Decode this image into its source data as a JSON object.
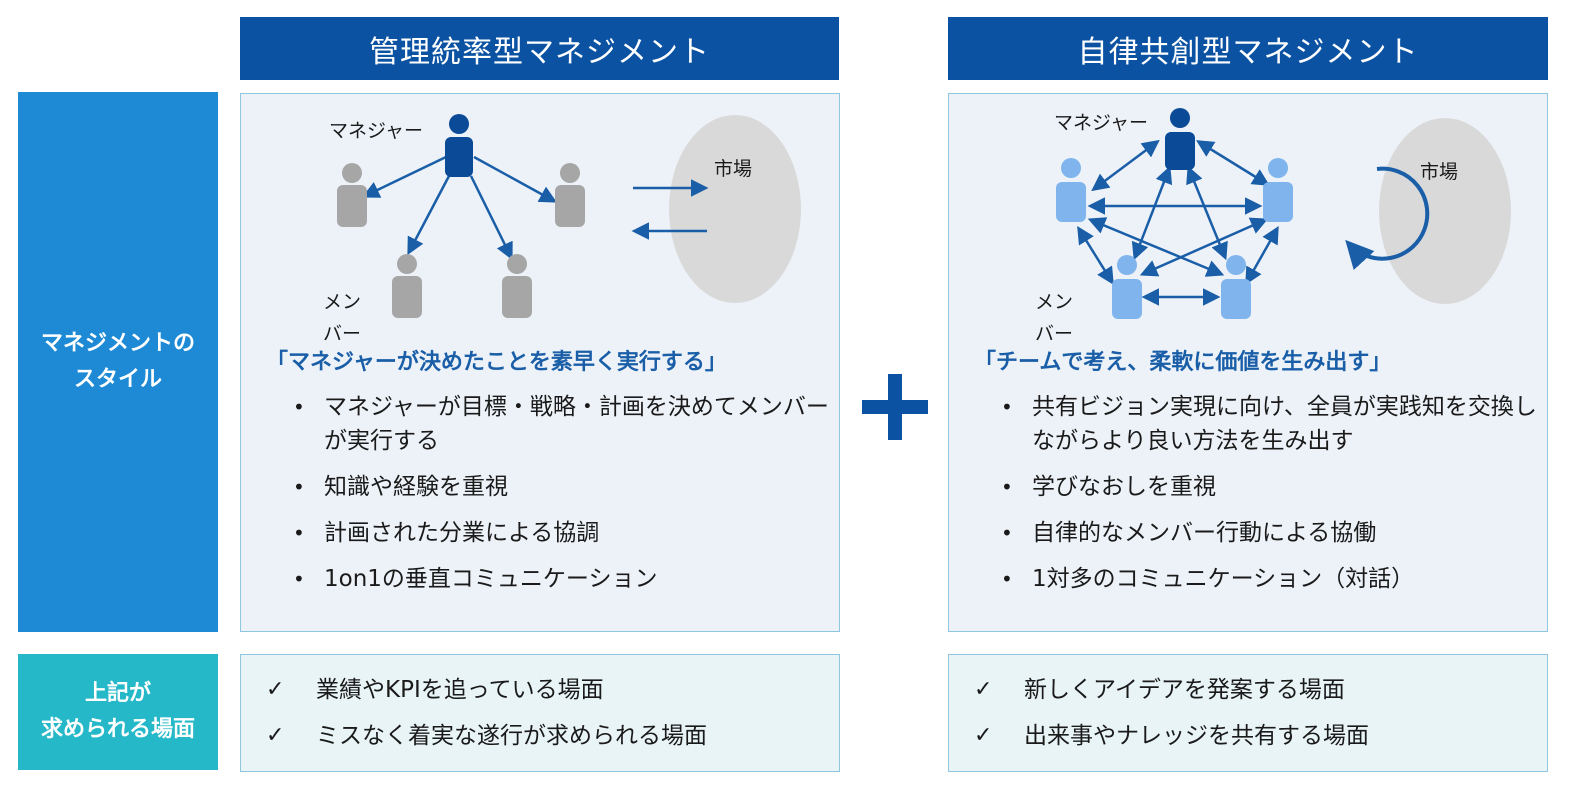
{
  "columns": {
    "left": {
      "title": "管理統率型マネジメント"
    },
    "right": {
      "title": "自律共創型マネジメント"
    }
  },
  "rows": {
    "style_label": "マネジメントの\nスタイル",
    "scene_label": "上記が\n求められる場面"
  },
  "left_panel": {
    "manager_label": "マネジャー",
    "member_label": "メン\nバー",
    "market_label": "市場",
    "tagline": "「マネジャーが決めたことを素早く実行する」",
    "bullets": [
      "マネジャーが目標・戦略・計画を決めてメンバーが実行する",
      "知識や経験を重視",
      "計画された分業による協調",
      "1on1の垂直コミュニケーション"
    ],
    "scenes": [
      "業績やKPIを追っている場面",
      "ミスなく着実な遂行が求められる場面"
    ]
  },
  "right_panel": {
    "manager_label": "マネジャー",
    "member_label": "メン\nバー",
    "market_label": "市場",
    "tagline": "「チームで考え、柔軟に価値を生み出す」",
    "bullets": [
      "共有ビジョン実現に向け、全員が実践知を交換しながらより良い方法を生み出す",
      "学びなおしを重視",
      "自律的なメンバー行動による協働",
      "1対多のコミュニケーション（対話）"
    ],
    "scenes": [
      "新しくアイデアを発案する場面",
      "出来事やナレッジを共有する場面"
    ]
  },
  "check_mark": "✓",
  "colors": {
    "header_blue": "#0b52a3",
    "label_blue": "#1e8ad6",
    "label_teal": "#25b8c8",
    "arrow_blue": "#1a5ea8",
    "manager_navy": "#0b4a96",
    "member_gray": "#a6a6a6",
    "member_lightblue": "#7fb4ec",
    "market_gray": "#d9d9d9"
  }
}
